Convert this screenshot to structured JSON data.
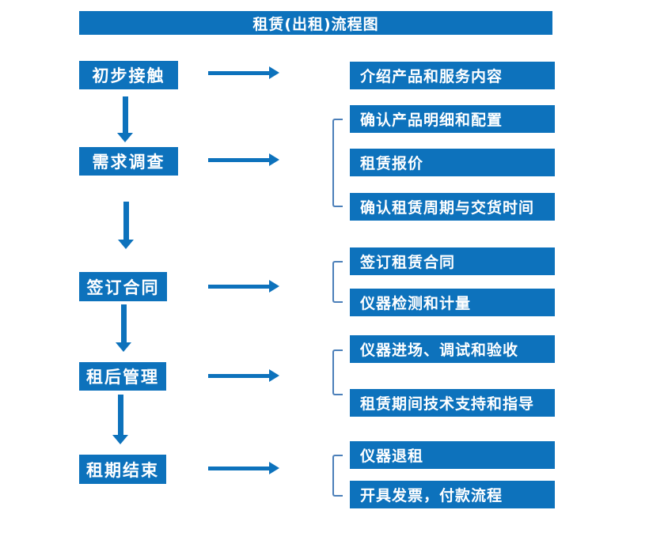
{
  "title": "租赁(出租)流程图",
  "colors": {
    "primary": "#0d72bc",
    "bracket": "#4b7fb9",
    "background": "#ffffff",
    "text_on_primary": "#ffffff"
  },
  "stages": [
    {
      "label": "初步接触",
      "details": [
        "介绍产品和服务内容"
      ]
    },
    {
      "label": "需求调查",
      "details": [
        "确认产品明细和配置",
        "租赁报价",
        "确认租赁周期与交货时间"
      ]
    },
    {
      "label": "签订合同",
      "details": [
        "签订租赁合同",
        "仪器检测和计量"
      ]
    },
    {
      "label": "租后管理",
      "details": [
        "仪器进场、调试和验收",
        "租赁期间技术支持和指导"
      ]
    },
    {
      "label": "租期结束",
      "details": [
        "仪器退租",
        "开具发票，付款流程"
      ]
    }
  ]
}
